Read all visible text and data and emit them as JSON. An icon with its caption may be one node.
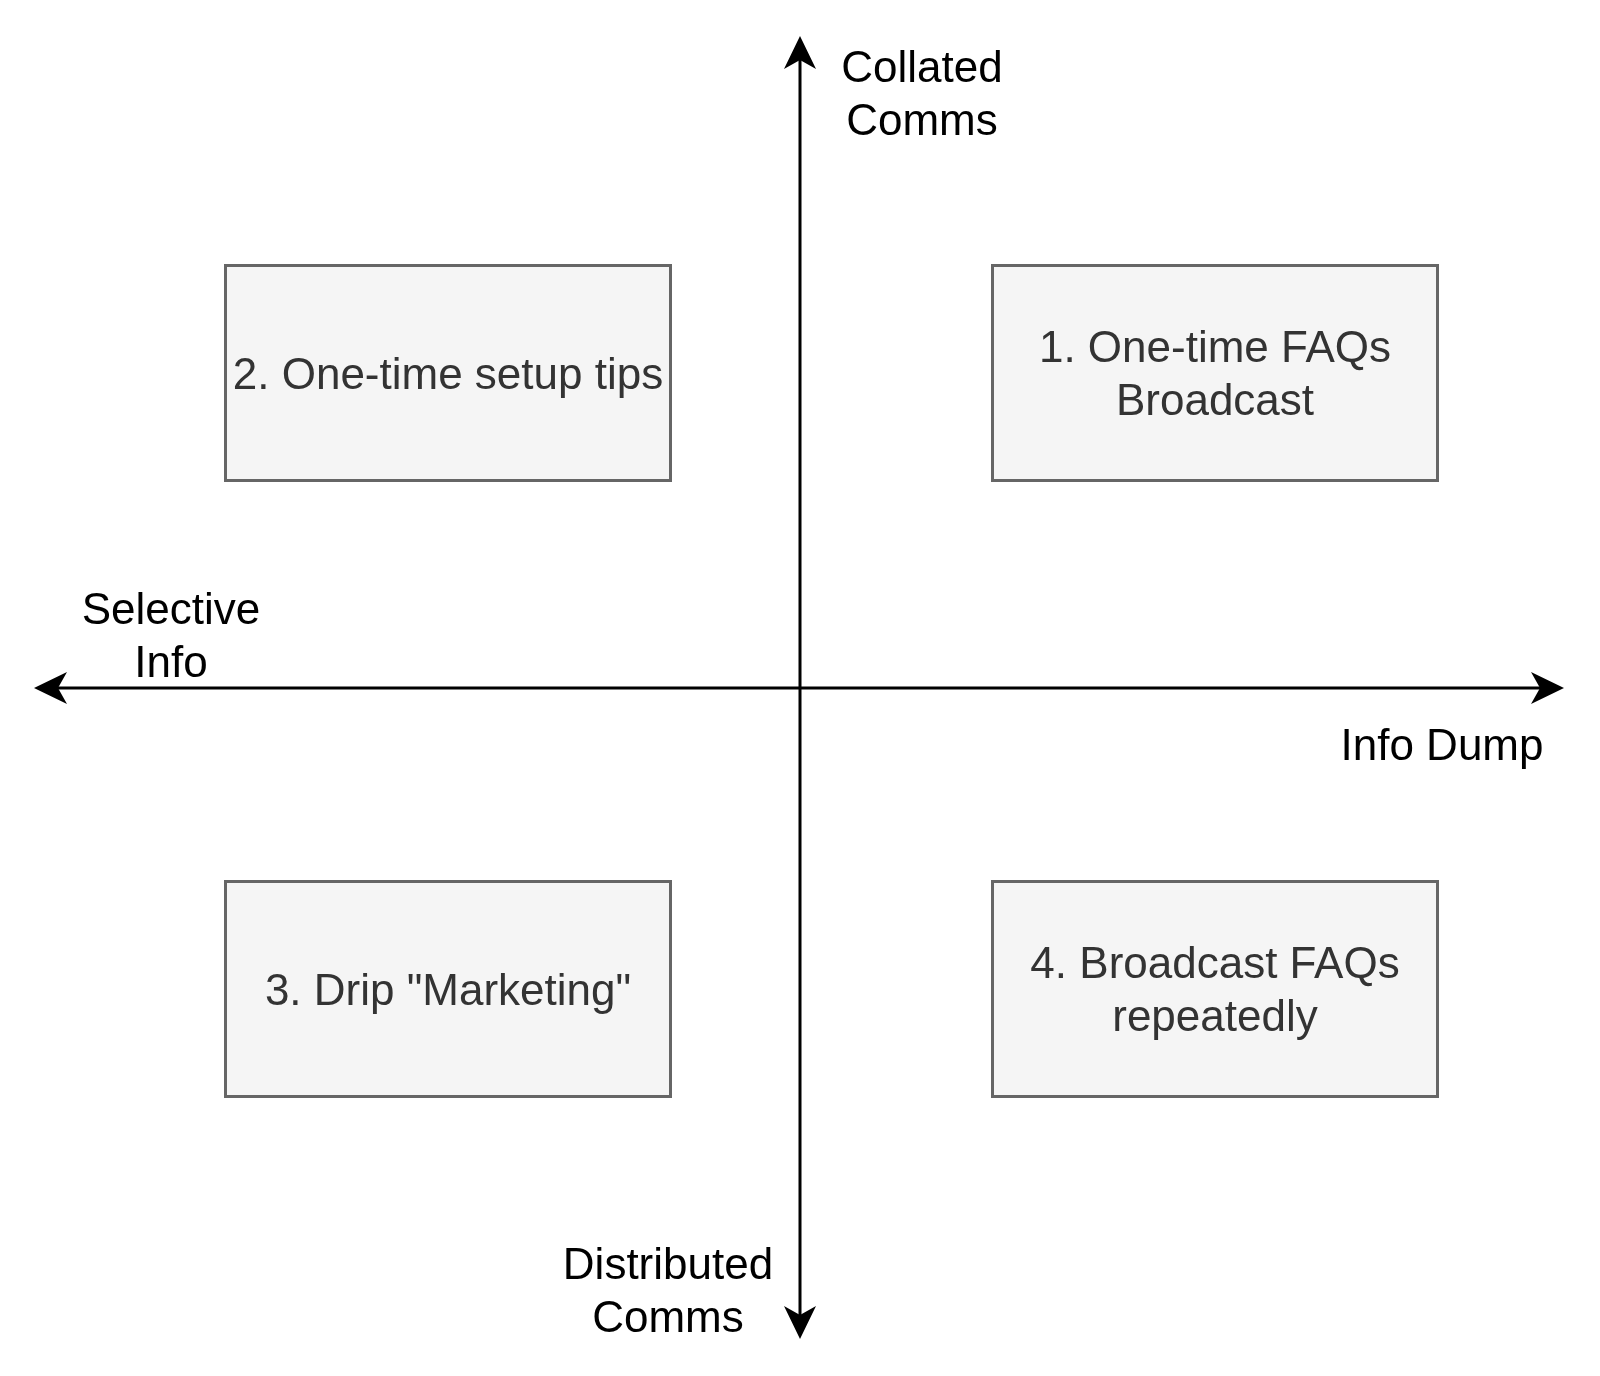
{
  "diagram": {
    "nodes": [
      {
        "text": [
          "2. One-time setup tips"
        ]
      },
      {
        "text": [
          "1. One-time FAQs Broadcast"
        ]
      },
      {
        "text": [
          "3. Drip \"Marketing\""
        ]
      },
      {
        "text": [
          "4. Broadcast FAQs repeatedly"
        ]
      }
    ],
    "labels": [
      "Collated Comms",
      "Selective Info",
      "Info Dump",
      "Distributed Comms"
    ]
  }
}
